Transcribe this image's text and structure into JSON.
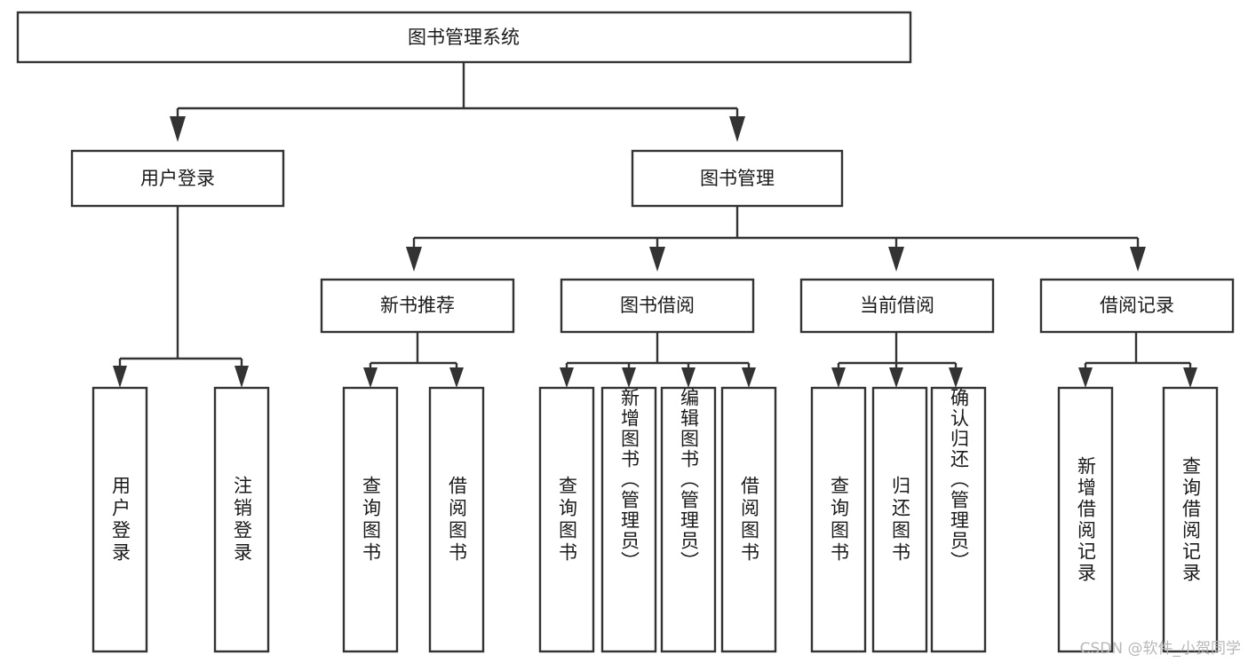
{
  "diagram": {
    "title": "图书管理系统",
    "type": "hierarchy-tree",
    "watermark": "CSDN @软件_小贺同学",
    "colors": {
      "box_stroke": "#333333",
      "box_fill": "#ffffff",
      "text": "#1a1a1a",
      "background": "#ffffff",
      "watermark": "#b8b8b8"
    },
    "root": {
      "id": "root",
      "label": "图书管理系统",
      "orientation": "horizontal"
    },
    "level2": [
      {
        "id": "user-login",
        "label": "用户登录",
        "orientation": "horizontal"
      },
      {
        "id": "book-manage",
        "label": "图书管理",
        "orientation": "horizontal"
      }
    ],
    "level3": [
      {
        "id": "new-book-recommend",
        "label": "新书推荐",
        "orientation": "horizontal",
        "parent": "book-manage"
      },
      {
        "id": "book-borrow",
        "label": "图书借阅",
        "orientation": "horizontal",
        "parent": "book-manage"
      },
      {
        "id": "current-borrow",
        "label": "当前借阅",
        "orientation": "horizontal",
        "parent": "book-manage"
      },
      {
        "id": "borrow-record",
        "label": "借阅记录",
        "orientation": "horizontal",
        "parent": "book-manage"
      }
    ],
    "leaves": [
      {
        "id": "leaf-user-login",
        "label": "用户登录",
        "parent": "user-login",
        "orientation": "vertical"
      },
      {
        "id": "leaf-logout",
        "label": "注销登录",
        "parent": "user-login",
        "orientation": "vertical"
      },
      {
        "id": "leaf-query-book-1",
        "label": "查询图书",
        "parent": "new-book-recommend",
        "orientation": "vertical"
      },
      {
        "id": "leaf-borrow-book-1",
        "label": "借阅图书",
        "parent": "new-book-recommend",
        "orientation": "vertical"
      },
      {
        "id": "leaf-query-book-2",
        "label": "查询图书",
        "parent": "book-borrow",
        "orientation": "vertical"
      },
      {
        "id": "leaf-add-book",
        "label": "新增图书（管理员）",
        "parent": "book-borrow",
        "orientation": "vertical"
      },
      {
        "id": "leaf-edit-book",
        "label": "编辑图书（管理员）",
        "parent": "book-borrow",
        "orientation": "vertical"
      },
      {
        "id": "leaf-borrow-book-2",
        "label": "借阅图书",
        "parent": "book-borrow",
        "orientation": "vertical"
      },
      {
        "id": "leaf-query-book-3",
        "label": "查询图书",
        "parent": "current-borrow",
        "orientation": "vertical"
      },
      {
        "id": "leaf-return-book",
        "label": "归还图书",
        "parent": "current-borrow",
        "orientation": "vertical"
      },
      {
        "id": "leaf-confirm-return",
        "label": "确认归还（管理员）",
        "parent": "current-borrow",
        "orientation": "vertical"
      },
      {
        "id": "leaf-add-record",
        "label": "新增借阅记录",
        "parent": "borrow-record",
        "orientation": "vertical"
      },
      {
        "id": "leaf-query-record",
        "label": "查询借阅记录",
        "parent": "borrow-record",
        "orientation": "vertical"
      }
    ]
  }
}
